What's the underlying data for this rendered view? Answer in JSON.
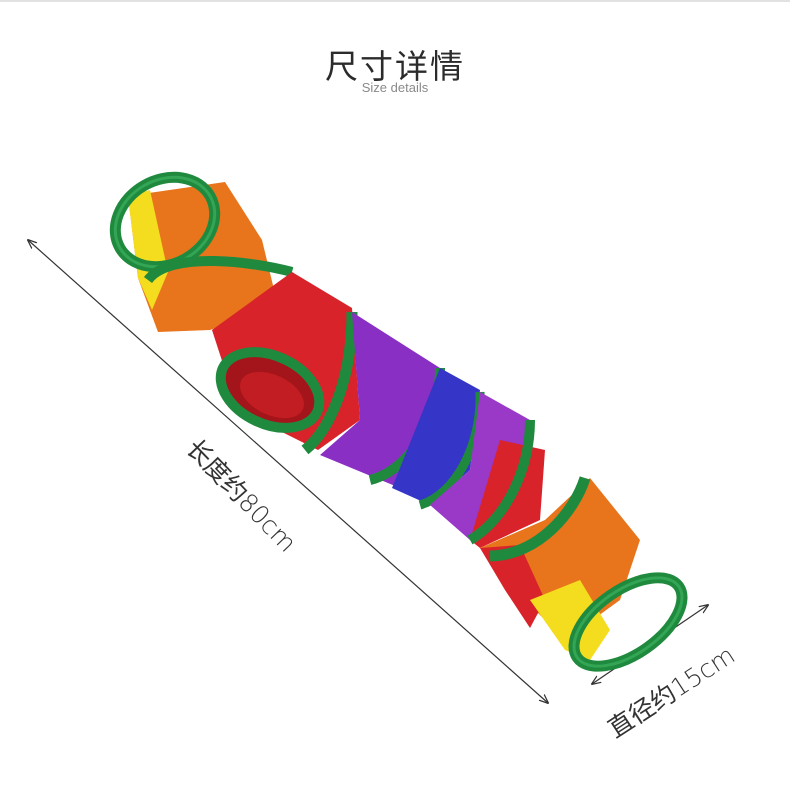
{
  "heading": {
    "title": "尺寸详情",
    "subtitle": "Size details"
  },
  "dimensions": {
    "length_label": "长度约80cm",
    "diameter_label": "直径约15cm"
  },
  "colors": {
    "trim_green": "#1f8a3e",
    "orange": "#e8741c",
    "red": "#d8232a",
    "purple": "#8a2fc4",
    "blue": "#3535c8",
    "yellow": "#f4dd1e"
  },
  "product": {
    "icon": "rainbow-cat-tunnel-icon"
  }
}
